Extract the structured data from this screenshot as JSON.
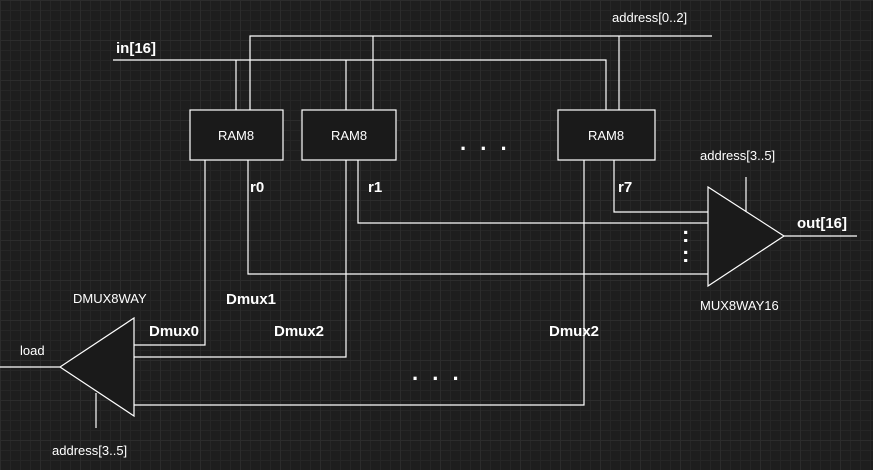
{
  "labels": {
    "address_top": "address[0..2]",
    "in_bus": "in[16]",
    "ram0": "RAM8",
    "ram1": "RAM8",
    "ram7": "RAM8",
    "ram_ellipsis": ". . .",
    "r0": "r0",
    "r1": "r1",
    "r7": "r7",
    "mux_address": "address[3..5]",
    "out_bus": "out[16]",
    "mux_ellipsis": ":",
    "mux_name": "MUX8WAY16",
    "dmux_name": "DMUX8WAY",
    "dmux1": "Dmux1",
    "dmux0": "Dmux0",
    "dmux2_a": "Dmux2",
    "dmux2_b": "Dmux2",
    "dmux_ellipsis": ". . .",
    "load": "load",
    "dmux_address": "address[3..5]"
  }
}
